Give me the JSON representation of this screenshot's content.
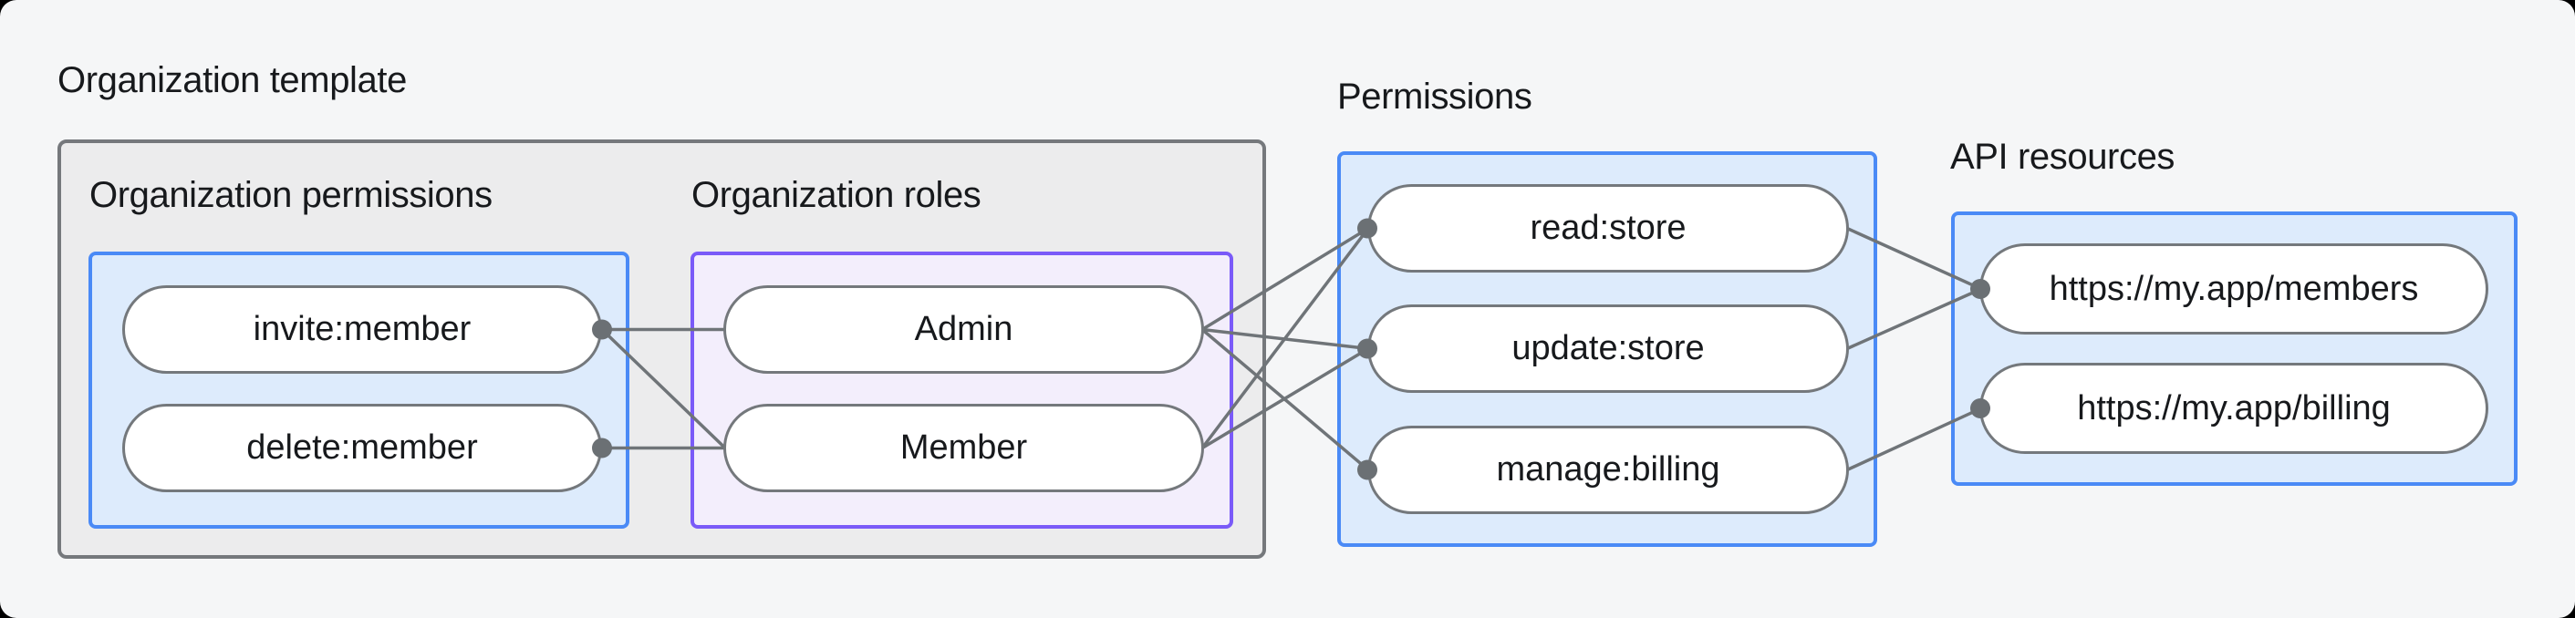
{
  "diagram": {
    "title": "Organization template",
    "groups": {
      "org_permissions": {
        "label": "Organization permissions",
        "items": [
          {
            "label": "invite:member"
          },
          {
            "label": "delete:member"
          }
        ]
      },
      "org_roles": {
        "label": "Organization roles",
        "items": [
          {
            "label": "Admin"
          },
          {
            "label": "Member"
          }
        ]
      },
      "permissions": {
        "label": "Permissions",
        "items": [
          {
            "label": "read:store"
          },
          {
            "label": "update:store"
          },
          {
            "label": "manage:billing"
          }
        ]
      },
      "api_resources": {
        "label": "API resources",
        "items": [
          {
            "label": "https://my.app/members"
          },
          {
            "label": "https://my.app/billing"
          }
        ]
      }
    },
    "connections": [
      {
        "from": "invite:member",
        "to": "Admin"
      },
      {
        "from": "invite:member",
        "to": "Member"
      },
      {
        "from": "delete:member",
        "to": "Member"
      },
      {
        "from": "Admin",
        "to": "read:store"
      },
      {
        "from": "Admin",
        "to": "update:store"
      },
      {
        "from": "Admin",
        "to": "manage:billing"
      },
      {
        "from": "Member",
        "to": "read:store"
      },
      {
        "from": "Member",
        "to": "update:store"
      },
      {
        "from": "read:store",
        "to": "https://my.app/members"
      },
      {
        "from": "update:store",
        "to": "https://my.app/members"
      },
      {
        "from": "manage:billing",
        "to": "https://my.app/billing"
      }
    ],
    "colors": {
      "background": "#f5f6f7",
      "container_fill": "#ececed",
      "container_border": "#75787c",
      "blue_fill": "#ddebfc",
      "blue_border": "#4a8af6",
      "purple_fill": "#f3eefc",
      "purple_border": "#7a5af8",
      "pill_fill": "#ffffff",
      "pill_border": "#74787c",
      "edge_line": "#6f7478",
      "text": "#17191c"
    }
  }
}
